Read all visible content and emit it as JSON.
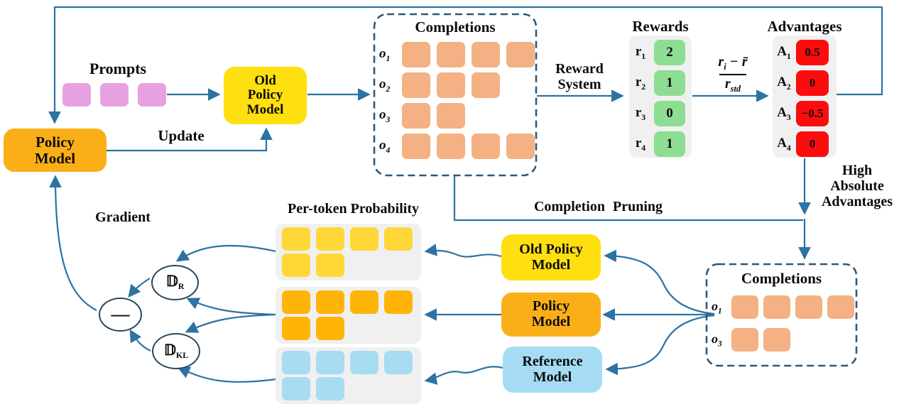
{
  "colors": {
    "arrow": "#2B73A3",
    "dash": "#2F5878",
    "circle": "#27485F",
    "yellow": "#FFDF10",
    "orange": "#FAAF18",
    "pink": "#E7A1E0",
    "salmon": "#F4B183",
    "green": "#8DDE92",
    "red": "#FB0D0D",
    "blue": "#A5DCF4",
    "token_yellow": "#FFD838",
    "token_orange": "#FFB408",
    "token_blue": "#A8DCF2",
    "panel_gray": "#F0F0F0"
  },
  "labels": {
    "prompts": "Prompts",
    "update": "Update",
    "gradient": "Gradient",
    "reward_system_line1": "Reward",
    "reward_system_line2": "System",
    "completion_pruning": "Completion Pruning",
    "per_token_probability": "Per-token Probability",
    "high_absolute_line1": "High",
    "high_absolute_line2": "Absolute",
    "high_absolute_line3": "Advantages"
  },
  "boxes": {
    "policy_left": {
      "line1": "Policy",
      "line2": "Model"
    },
    "old_policy_top": {
      "line1": "Old",
      "line2": "Policy",
      "line3": "Model"
    },
    "old_policy_bottom": {
      "line1": "Old Policy",
      "line2": "Model"
    },
    "policy_bottom": {
      "line1": "Policy",
      "line2": "Model"
    },
    "reference_bottom": {
      "line1": "Reference",
      "line2": "Model"
    }
  },
  "completions_top": {
    "title": "Completions",
    "rows": [
      {
        "base": "o",
        "sub": "1",
        "tokens": 4
      },
      {
        "base": "o",
        "sub": "2",
        "tokens": 3
      },
      {
        "base": "o",
        "sub": "3",
        "tokens": 2
      },
      {
        "base": "o",
        "sub": "4",
        "tokens": 4
      }
    ]
  },
  "rewards": {
    "title": "Rewards",
    "rows": [
      {
        "base": "r",
        "sub": "1",
        "value": "2"
      },
      {
        "base": "r",
        "sub": "2",
        "value": "1"
      },
      {
        "base": "r",
        "sub": "3",
        "value": "0"
      },
      {
        "base": "r",
        "sub": "4",
        "value": "1"
      }
    ]
  },
  "advantages": {
    "title": "Advantages",
    "rows": [
      {
        "base": "A",
        "sub": "1",
        "value": "0.5"
      },
      {
        "base": "A",
        "sub": "2",
        "value": "0"
      },
      {
        "base": "A",
        "sub": "3",
        "value": "−0.5"
      },
      {
        "base": "A",
        "sub": "4",
        "value": "0"
      }
    ]
  },
  "formula": {
    "num_base": "r",
    "num_sub": "i",
    "operator": "−",
    "num_mean": "r̄",
    "den_base": "r",
    "den_sub": "std"
  },
  "nodes": {
    "minus": "—",
    "d_r": {
      "base": "𝔻",
      "sub": "R"
    },
    "d_kl": {
      "base": "𝔻",
      "sub": "KL"
    }
  },
  "prob_panels": [
    {
      "name": "old-policy-probability",
      "row1": 4,
      "row2": 2
    },
    {
      "name": "policy-probability",
      "row1": 4,
      "row2": 2
    },
    {
      "name": "reference-probability",
      "row1": 4,
      "row2": 2
    }
  ],
  "completions_bottom": {
    "title": "Completions",
    "rows": [
      {
        "base": "o",
        "sub": "1",
        "tokens": 4
      },
      {
        "base": "o",
        "sub": "3",
        "tokens": 2
      }
    ]
  },
  "prompt_tokens": 3
}
